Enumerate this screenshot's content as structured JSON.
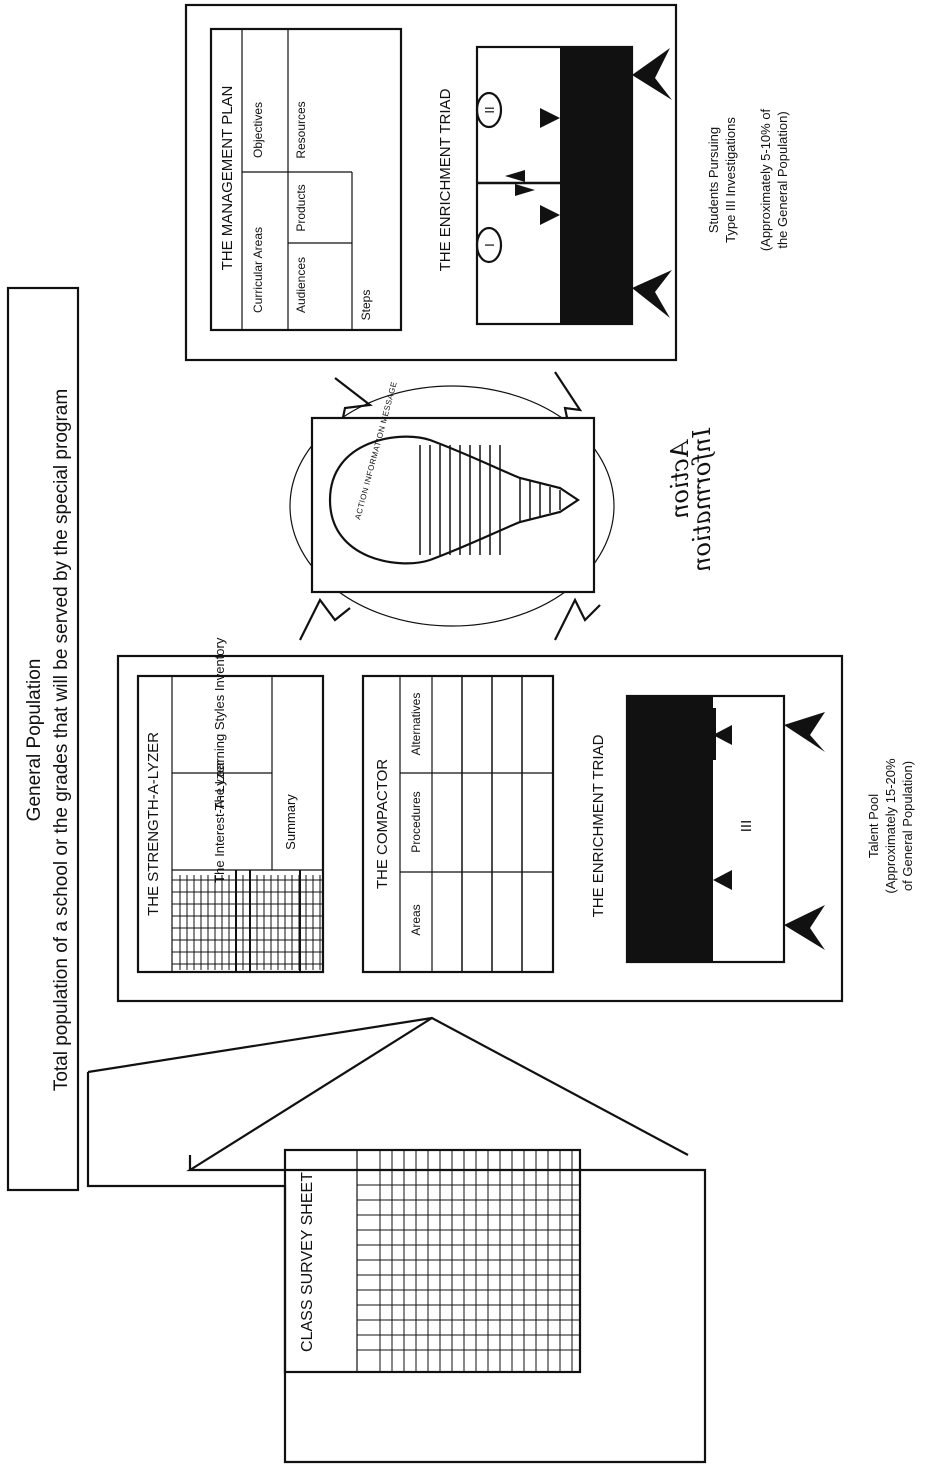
{
  "general_population": {
    "title": "General Population",
    "subtitle": "Total population of a school or the grades that will be served by the special program"
  },
  "class_survey_sheet": {
    "title": "CLASS SURVEY SHEET"
  },
  "talent_pool": {
    "strength_a_lyzer": {
      "title": "THE STRENGTH-A-LYZER",
      "interest_label": "The Interest-A- Lyzer",
      "learning_styles_label": "The Learning Styles Inventory",
      "summary_label": "Summary"
    },
    "compactor": {
      "title": "THE COMPACTOR",
      "columns": [
        "Areas",
        "Procedures",
        "Alternatives"
      ]
    },
    "enrichment_triad": {
      "title": "THE ENRICHMENT TRIAD",
      "type_label": "III"
    },
    "caption": [
      "Talent Pool",
      "(Approximately 15-20%",
      "of General Population)"
    ]
  },
  "action_information": {
    "bulb_message": "ACTION INFORMATION MESSAGE",
    "handwritten": [
      "Action",
      "Information"
    ]
  },
  "type_three": {
    "management_plan": {
      "title": "THE MANAGEMENT PLAN",
      "cells": {
        "curricular_areas": "Curricular Areas",
        "objectives": "Objectives",
        "audiences": "Audiences",
        "products": "Products",
        "resources": "Resources",
        "steps": "Steps"
      }
    },
    "enrichment_triad": {
      "title": "THE ENRICHMENT TRIAD",
      "type_i": "I",
      "type_ii": "II"
    },
    "caption": [
      "Students Pursuing",
      "Type III Investigations",
      "(Approximately 5-10% of",
      "the General Population)"
    ]
  }
}
